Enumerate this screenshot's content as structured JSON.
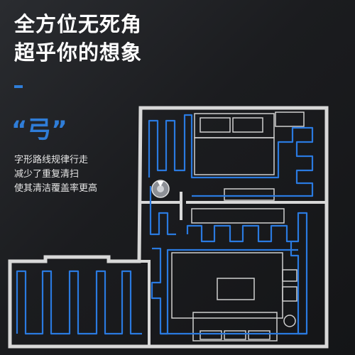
{
  "headline": {
    "line1": "全方位无死角",
    "line2": "超乎你的想象"
  },
  "pattern": {
    "title": "“弓”"
  },
  "description": [
    "字形路线规律行走",
    "减少了重复清扫",
    "使其清洁覆盖率更高"
  ],
  "colors": {
    "accent": "#2f7dd8",
    "route": "#2a7ae0",
    "wall": "#d8d8d8",
    "background": "#1c1d20"
  }
}
